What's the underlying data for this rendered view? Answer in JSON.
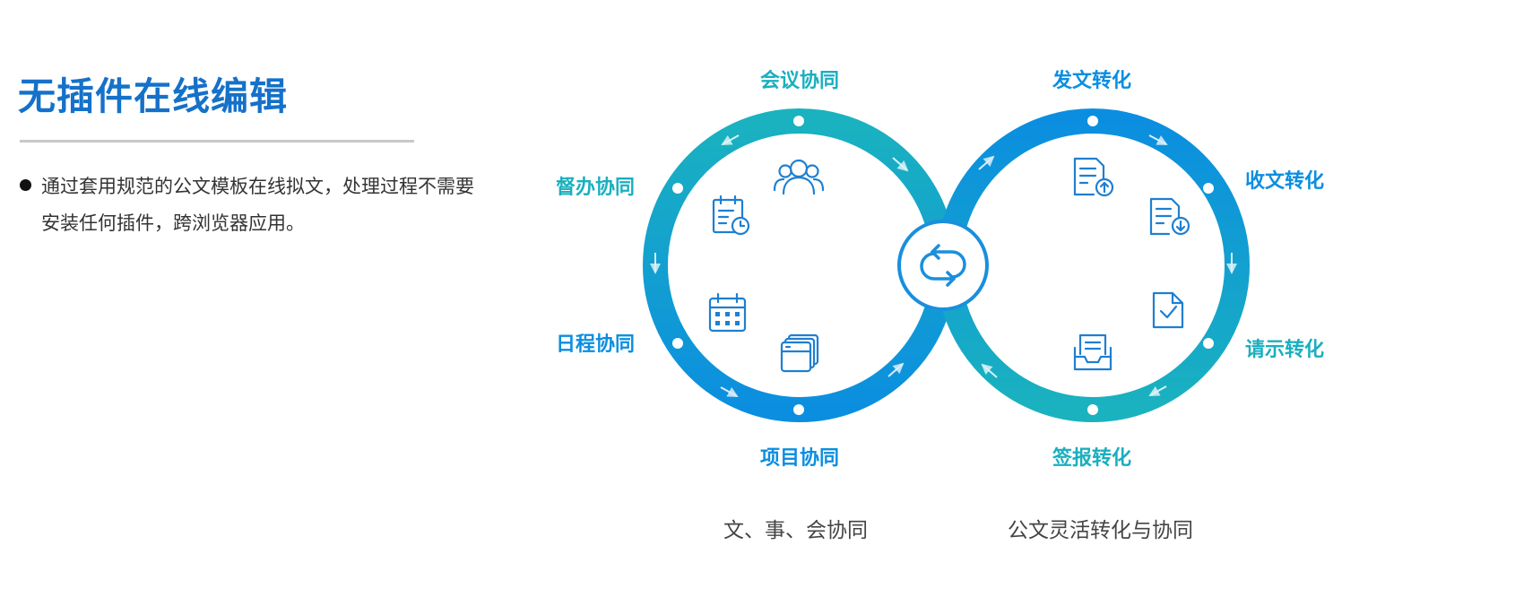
{
  "title": "无插件在线编辑",
  "description": "通过套用规范的公文模板在线拟文，处理过程不需要安装任何插件，跨浏览器应用。",
  "colors": {
    "title": "#1571c9",
    "teal": "#1aafbf",
    "blue": "#0b8ee0",
    "icon": "#1f7fd1"
  },
  "left_ring": {
    "caption": "文、事、会协同",
    "labels": [
      "会议协同",
      "督办协同",
      "日程协同",
      "项目协同"
    ],
    "icons": [
      "meeting-people-icon",
      "schedule-clock-icon",
      "calendar-icon",
      "project-windows-icon"
    ]
  },
  "right_ring": {
    "caption": "公文灵活转化与协同",
    "labels": [
      "发文转化",
      "收文转化",
      "请示转化",
      "签报转化"
    ],
    "icons": [
      "document-upload-icon",
      "document-download-icon",
      "document-check-icon",
      "inbox-tray-icon"
    ]
  },
  "center_icon": "sync-arrows-icon"
}
